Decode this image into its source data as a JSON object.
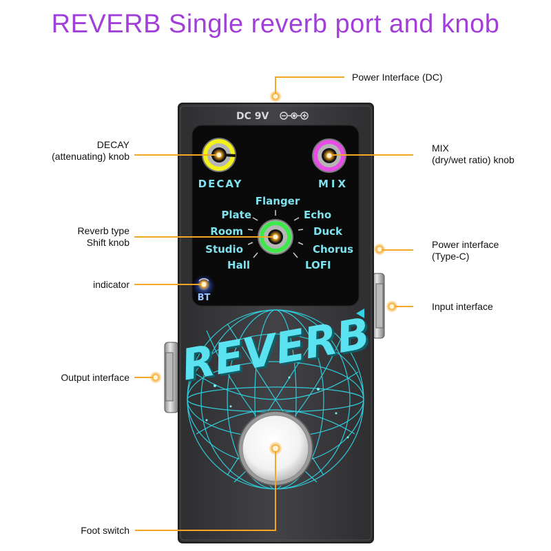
{
  "title": "REVERB Single reverb port and knob",
  "pedal": {
    "power_text": "DC 9V",
    "decay_label": "DECAY",
    "mix_label": "MIX",
    "reverb_types_left": [
      "Plate",
      "Room",
      "Studio",
      "Hall"
    ],
    "reverb_types_top": "Flanger",
    "reverb_types_right": [
      "Echo",
      "Duck",
      "Chorus",
      "LOFI"
    ],
    "bt_label": "BT",
    "brand_text": "REVERB"
  },
  "callouts": {
    "power_dc": "Power Interface (DC)",
    "decay_line1": "DECAY",
    "decay_line2": "(attenuating) knob",
    "mix_line1": "MIX",
    "mix_line2": "(dry/wet ratio) knob",
    "reverb_line1": "Reverb type",
    "reverb_line2": "Shift knob",
    "indicator": "indicator",
    "power_typec_line1": "Power interface",
    "power_typec_line2": "(Type-C)",
    "input": "Input interface",
    "output": "Output interface",
    "foot": "Foot switch"
  },
  "colors": {
    "title": "#a13fd8",
    "accent_orange": "#f5a623",
    "decay_knob": "#f2f21a",
    "mix_knob": "#e64ee6",
    "type_knob": "#3ee84a",
    "label_cyan": "#7fe3ef",
    "graphic_cyan": "#2fd3e3",
    "pedal_body": "#3d3d40"
  }
}
